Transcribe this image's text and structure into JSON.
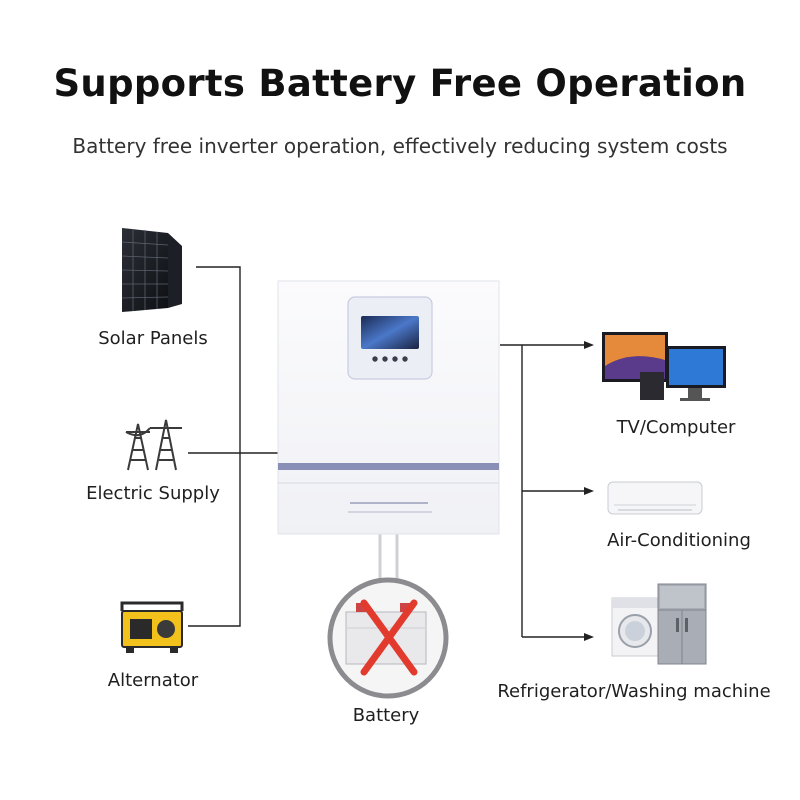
{
  "title": "Supports Battery Free Operation",
  "subtitle": "Battery free inverter operation, effectively reducing system costs",
  "inputs": [
    {
      "label": "Solar Panels",
      "icon": "solar-panel-icon"
    },
    {
      "label": "Electric Supply",
      "icon": "power-tower-icon"
    },
    {
      "label": "Alternator",
      "icon": "generator-icon"
    }
  ],
  "outputs": [
    {
      "label": "TV/Computer",
      "icon": "tv-computer-icon"
    },
    {
      "label": "Air-Conditioning",
      "icon": "air-conditioner-icon"
    },
    {
      "label": "Refrigerator/Washing machine",
      "icon": "fridge-washer-icon"
    }
  ],
  "battery": {
    "label": "Battery",
    "icon": "battery-crossed-icon",
    "status_color": "#e23b2e"
  },
  "device": {
    "name": "inverter",
    "accent": "#8a8fb8",
    "screen_color": "#4a6cf0"
  }
}
